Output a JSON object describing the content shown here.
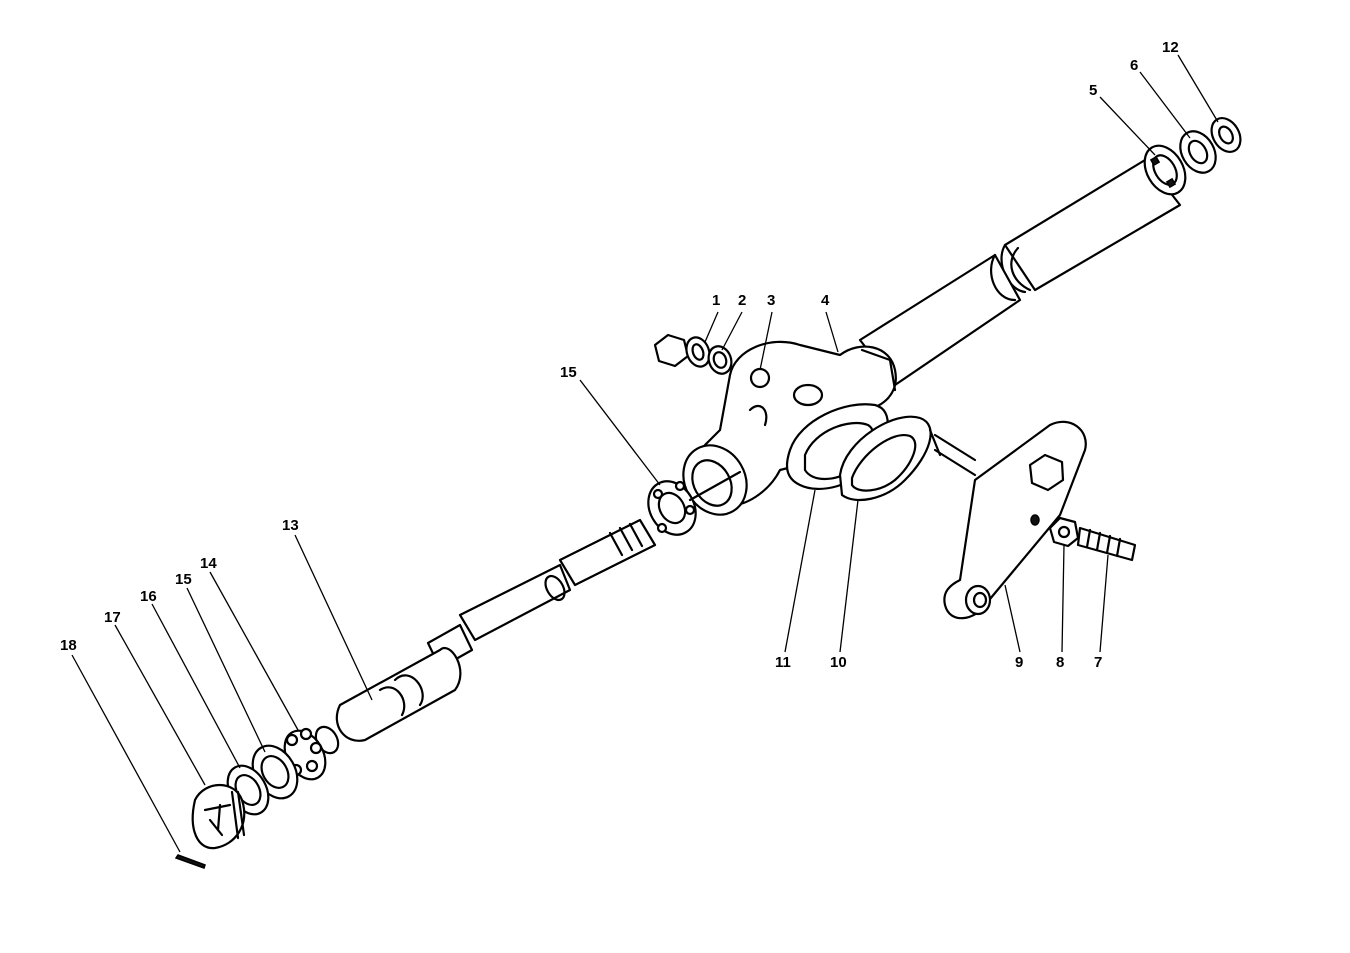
{
  "diagram": {
    "callouts": [
      {
        "id": "c1",
        "label": "1"
      },
      {
        "id": "c2",
        "label": "2"
      },
      {
        "id": "c3",
        "label": "3"
      },
      {
        "id": "c4",
        "label": "4"
      },
      {
        "id": "c5",
        "label": "5"
      },
      {
        "id": "c6",
        "label": "6"
      },
      {
        "id": "c12",
        "label": "12"
      },
      {
        "id": "c15a",
        "label": "15"
      },
      {
        "id": "c13",
        "label": "13"
      },
      {
        "id": "c14",
        "label": "14"
      },
      {
        "id": "c15b",
        "label": "15"
      },
      {
        "id": "c16",
        "label": "16"
      },
      {
        "id": "c17",
        "label": "17"
      },
      {
        "id": "c18",
        "label": "18"
      },
      {
        "id": "c11",
        "label": "11"
      },
      {
        "id": "c10",
        "label": "10"
      },
      {
        "id": "c9",
        "label": "9"
      },
      {
        "id": "c8",
        "label": "8"
      },
      {
        "id": "c7",
        "label": "7"
      }
    ]
  }
}
